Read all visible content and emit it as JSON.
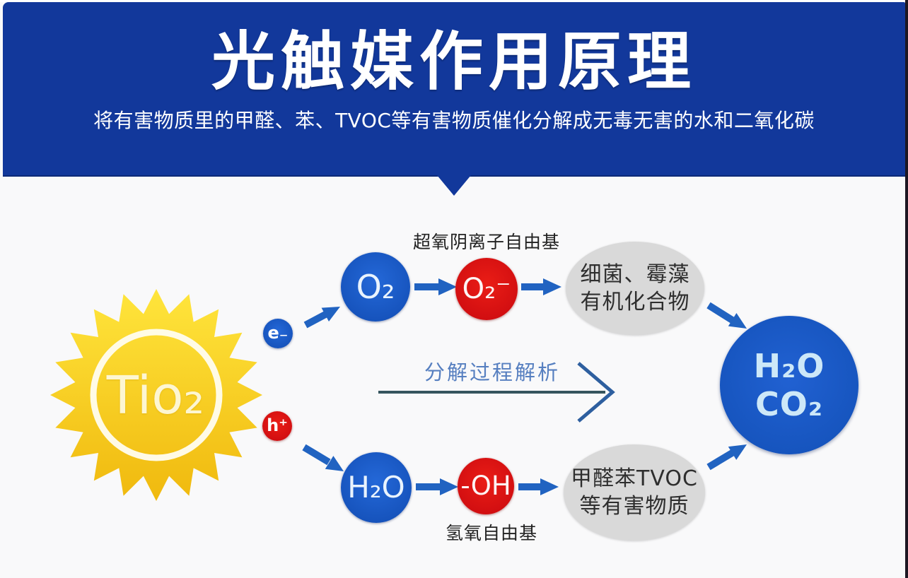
{
  "header": {
    "title": "光触媒作用原理",
    "subtitle": "将有害物质里的甲醛、苯、TVOC等有害物质催化分解成无毒无害的水和二氧化碳"
  },
  "diagram": {
    "sun_label": "Tio₂",
    "electron_label": "e₋",
    "hole_label": "h⁺",
    "top_row": {
      "oxygen": "O₂",
      "superoxide": "O₂⁻",
      "superoxide_caption": "超氧阴离子自由基",
      "target_line1": "细菌、霉藻",
      "target_line2": "有机化合物"
    },
    "process_label": "分解过程解析",
    "bottom_row": {
      "water": "H₂O",
      "hydroxyl": "-OH",
      "hydroxyl_caption": "氢氧自由基",
      "target_line1": "甲醛苯TVOC",
      "target_line2": "等有害物质"
    },
    "result": {
      "line1": "H₂O",
      "line2": "CO₂"
    },
    "colors": {
      "header_blue": "#12389b",
      "node_blue": "#1b57c5",
      "node_red": "#dd1113",
      "node_gray": "#d9d9d9",
      "result_blue": "#1b5ac9",
      "arrow_blue": "#2163c1",
      "sun_yellow": "#ffd824"
    }
  }
}
